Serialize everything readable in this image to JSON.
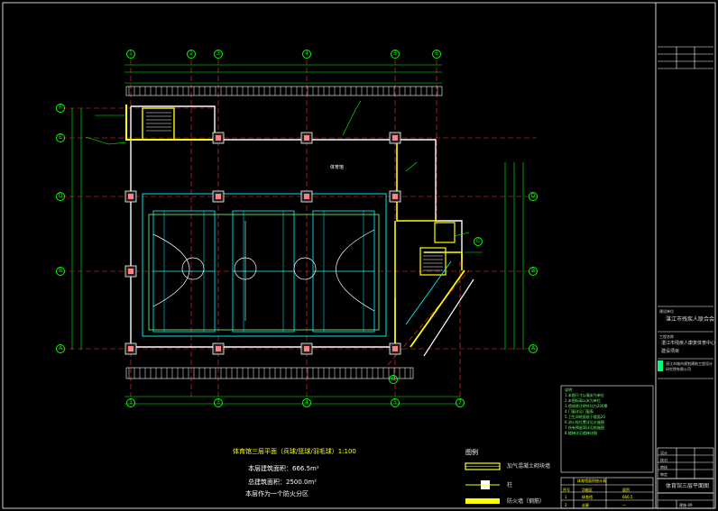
{
  "plan": {
    "grid_top": [
      "1",
      "2",
      "3",
      "4",
      "5",
      "6"
    ],
    "grid_bottom": [
      "1",
      "3",
      "4",
      "5",
      "7"
    ],
    "grid_left": [
      "F",
      "E",
      "D",
      "B",
      "A"
    ],
    "grid_extra": [
      "G",
      "C"
    ],
    "room_label": "体育馆",
    "title": "体育馆三层平面（兵球/篮球/羽毛球）1:100",
    "area_building": "本层建筑面积：666.5m²",
    "area_total": "总建筑面积：2500.0m²",
    "fire_zone": "本层作为一个防火分区"
  },
  "legend": {
    "heading": "图例",
    "items": [
      {
        "label": "加气混凝土砌块墙"
      },
      {
        "label": "柱"
      },
      {
        "label": "防火墙（钢筋）"
      }
    ]
  },
  "notes": {
    "heading": "说明：",
    "lines": [
      "1.本图尺寸以毫米为单位",
      "2.本图标高以米为单位",
      "3.墙体除注明外均为200厚",
      "4.门窗详见门窗表",
      "5.卫生间地面低于楼面20",
      "6.消火栓位置详见水施图",
      "7.所有预留洞详见结施图",
      "8.楼梯详见楼梯详图"
    ]
  },
  "title_block": {
    "client_label": "建设单位",
    "client": "湛江市残疾人联合会",
    "project_label": "工程名称",
    "project": "湛江市残疾人康复体育中心",
    "project2": "建设项目",
    "designer": "湛江市城市规划建筑工程设计研究院有限公司",
    "drawing_title": "体育馆三层平面图",
    "drawing_no": "建施-09",
    "rows": [
      "设计",
      "校对",
      "审核",
      "审定"
    ]
  },
  "table_small": {
    "heading": "体育馆面积统计表",
    "cols": [
      "序号",
      "功能区",
      "面积"
    ],
    "rows": [
      [
        "1",
        "体育馆",
        "666.5"
      ],
      [
        "2",
        "走廊",
        "—"
      ]
    ]
  },
  "colors": {
    "grid": "#ff3030",
    "wall": "#ffff00",
    "court": "#00ffff",
    "court2": "#80ff80",
    "dim": "#00ff00",
    "text": "#ffffff"
  }
}
